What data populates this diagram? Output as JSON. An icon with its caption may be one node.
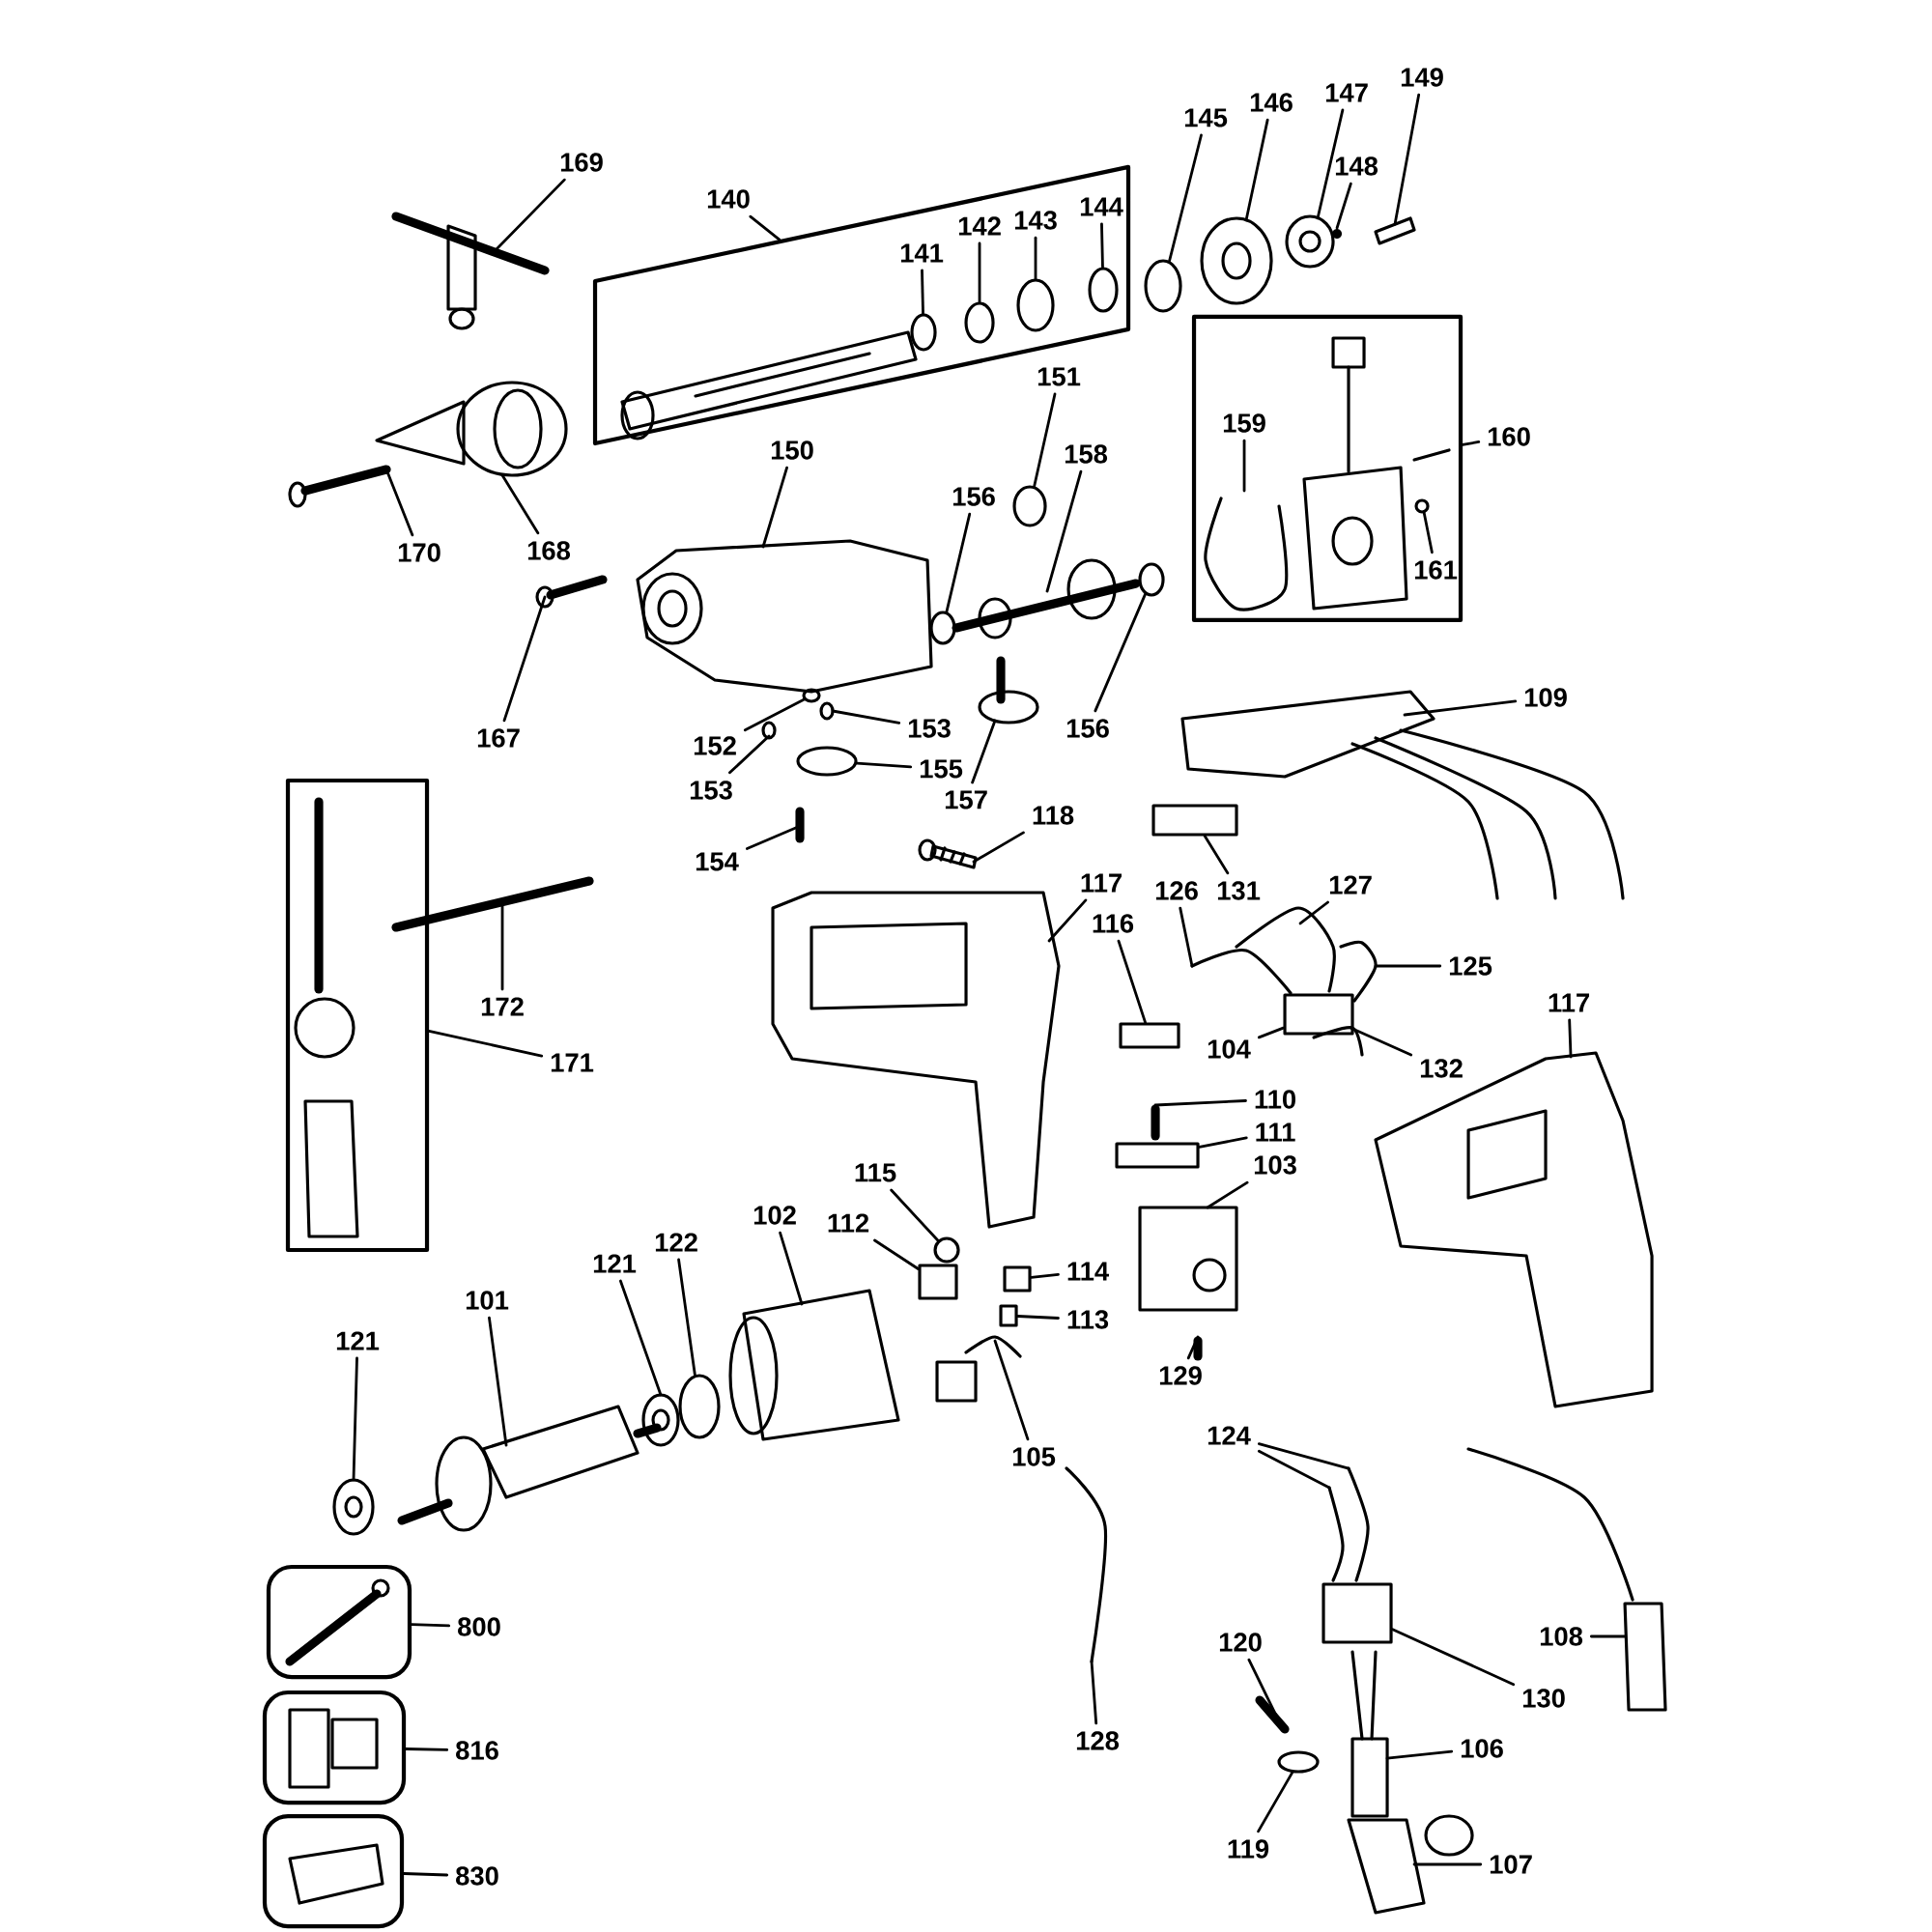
{
  "diagram": {
    "nodes": [
      {
        "text": [
          "149"
        ]
      },
      {
        "text": [
          "147"
        ]
      },
      {
        "text": [
          "146"
        ]
      },
      {
        "text": [
          "145"
        ]
      },
      {
        "text": [
          "169"
        ]
      },
      {
        "text": [
          "148"
        ]
      },
      {
        "text": [
          "140"
        ]
      },
      {
        "text": [],
        "shape": "box"
      },
      {
        "text": [
          "144"
        ],
        "in": 7
      },
      {
        "text": [
          "143"
        ],
        "in": 7
      },
      {
        "text": [
          "142"
        ],
        "in": 7
      },
      {
        "text": [
          "141"
        ],
        "in": 7
      },
      {
        "text": [],
        "shape": "box"
      },
      {
        "text": [
          "159"
        ],
        "in": 12
      },
      {
        "text": [
          "161"
        ],
        "in": 12
      },
      {
        "text": [
          "151"
        ]
      },
      {
        "text": [
          "160"
        ]
      },
      {
        "text": [
          "150"
        ]
      },
      {
        "text": [
          "158"
        ]
      },
      {
        "text": [
          "156"
        ]
      },
      {
        "text": [
          "170"
        ]
      },
      {
        "text": [
          "168"
        ]
      },
      {
        "text": [
          "109"
        ]
      },
      {
        "text": [
          "167"
        ]
      },
      {
        "text": [
          "152"
        ]
      },
      {
        "text": [
          "153"
        ]
      },
      {
        "text": [
          "156"
        ]
      },
      {
        "text": [
          "155"
        ]
      },
      {
        "text": [
          "153"
        ]
      },
      {
        "text": [
          "157"
        ]
      },
      {
        "text": [
          "118"
        ]
      },
      {
        "text": [
          "154"
        ]
      },
      {
        "text": [
          "131"
        ]
      },
      {
        "text": [
          "117"
        ]
      },
      {
        "text": [
          "126"
        ]
      },
      {
        "text": [
          "127"
        ]
      },
      {
        "text": [
          "116"
        ]
      },
      {
        "text": [
          "125"
        ]
      },
      {
        "text": [],
        "shape": "box"
      },
      {
        "text": [
          "172"
        ]
      },
      {
        "text": [
          "117"
        ]
      },
      {
        "text": [
          "104"
        ]
      },
      {
        "text": [
          "171"
        ]
      },
      {
        "text": [
          "132"
        ]
      },
      {
        "text": [
          "110"
        ]
      },
      {
        "text": [
          "111"
        ]
      },
      {
        "text": [
          "103"
        ]
      },
      {
        "text": [
          "115"
        ]
      },
      {
        "text": [
          "102"
        ]
      },
      {
        "text": [
          "112"
        ]
      },
      {
        "text": [
          "122"
        ]
      },
      {
        "text": [
          "121"
        ]
      },
      {
        "text": [
          "114"
        ]
      },
      {
        "text": [
          "101"
        ]
      },
      {
        "text": [
          "113"
        ]
      },
      {
        "text": [
          "121"
        ]
      },
      {
        "text": [
          "129"
        ]
      },
      {
        "text": [
          "124"
        ]
      },
      {
        "text": [
          "105"
        ]
      },
      {
        "text": [],
        "shape": "box"
      },
      {
        "text": [
          "800"
        ]
      },
      {
        "text": [
          "108"
        ]
      },
      {
        "text": [
          "120"
        ]
      },
      {
        "text": [
          "130"
        ]
      },
      {
        "text": [
          "128"
        ]
      },
      {
        "text": [
          "106"
        ]
      },
      {
        "text": [],
        "shape": "box"
      },
      {
        "text": [
          "816"
        ]
      },
      {
        "text": [
          "119"
        ]
      },
      {
        "text": [
          "107"
        ]
      },
      {
        "text": [],
        "shape": "box"
      },
      {
        "text": [
          "830"
        ]
      },
      {
        "text": [],
        "shape": "picture"
      },
      {
        "text": [],
        "shape": "picture"
      },
      {
        "text": [],
        "shape": "picture"
      },
      {
        "text": [],
        "shape": "circle"
      },
      {
        "text": [],
        "shape": "picture"
      },
      {
        "text": [],
        "shape": "picture"
      },
      {
        "text": [],
        "shape": "circle",
        "in": 7
      },
      {
        "text": [],
        "shape": "circle",
        "in": 7
      },
      {
        "text": [],
        "shape": "circle",
        "in": 7
      },
      {
        "text": [],
        "shape": "circle",
        "in": 7
      },
      {
        "text": [],
        "shape": "picture",
        "in": 12
      },
      {
        "text": [],
        "shape": "picture",
        "in": 12
      },
      {
        "text": [],
        "shape": "circle"
      },
      {
        "text": [],
        "shape": "picture"
      },
      {
        "text": [],
        "shape": "picture"
      },
      {
        "text": [],
        "shape": "circle"
      },
      {
        "text": [],
        "shape": "picture"
      },
      {
        "text": [],
        "shape": "picture"
      },
      {
        "text": [],
        "shape": "picture"
      },
      {
        "text": [],
        "shape": "picture"
      },
      {
        "text": [],
        "shape": "circle"
      },
      {
        "text": [],
        "shape": "picture"
      },
      {
        "text": [],
        "shape": "circle"
      },
      {
        "text": [],
        "shape": "circle"
      },
      {
        "text": [],
        "shape": "picture"
      },
      {
        "text": [],
        "shape": "picture"
      },
      {
        "text": [],
        "shape": "picture"
      },
      {
        "text": [],
        "shape": "picture"
      },
      {
        "text": [],
        "shape": "box"
      },
      {
        "text": [],
        "shape": "picture"
      },
      {
        "text": [],
        "shape": "picture"
      },
      {
        "text": [],
        "shape": "picture"
      },
      {
        "text": [],
        "shape": "box"
      },
      {
        "text": [],
        "shape": "picture"
      },
      {
        "text": [],
        "shape": "picture"
      },
      {
        "text": [],
        "shape": "picture"
      },
      {
        "text": [],
        "shape": "box"
      },
      {
        "text": [],
        "shape": "picture"
      },
      {
        "text": [],
        "shape": "picture"
      },
      {
        "text": [],
        "shape": "box"
      },
      {
        "text": [],
        "shape": "picture"
      },
      {
        "text": [],
        "shape": "circle"
      },
      {
        "text": [],
        "shape": "picture"
      },
      {
        "text": [],
        "shape": "box"
      },
      {
        "text": [],
        "shape": "circle"
      },
      {
        "text": [],
        "shape": "picture"
      },
      {
        "text": [],
        "shape": "box"
      },
      {
        "text": [],
        "shape": "picture"
      },
      {
        "text": [],
        "shape": "box"
      },
      {
        "text": [],
        "shape": "picture"
      },
      {
        "text": [],
        "shape": "picture"
      },
      {
        "text": [],
        "shape": "picture"
      },
      {
        "text": [],
        "shape": "picture"
      },
      {
        "text": [],
        "shape": "picture"
      },
      {
        "text": [],
        "shape": "picture"
      },
      {
        "text": [],
        "shape": "picture"
      },
      {
        "text": [],
        "shape": "box"
      },
      {
        "text": [],
        "shape": "picture"
      },
      {
        "text": [],
        "shape": "picture"
      },
      {
        "text": [],
        "shape": "circle"
      },
      {
        "text": [],
        "shape": "picture"
      }
    ],
    "edges": [
      {
        "from": 0,
        "to": 72,
        "arrow": "none"
      },
      {
        "from": 1,
        "to": 73,
        "arrow": "none"
      },
      {
        "from": 2,
        "to": 74,
        "arrow": "none"
      },
      {
        "from": 3,
        "to": 75,
        "arrow": "none"
      },
      {
        "from": 4,
        "to": 76,
        "arrow": "none"
      },
      {
        "from": 5,
        "to": 77,
        "arrow": "none"
      },
      {
        "from": 6,
        "to": 7,
        "arrow": "none"
      },
      {
        "from": 8,
        "to": 78,
        "arrow": "none"
      },
      {
        "from": 9,
        "to": 79,
        "arrow": "none"
      },
      {
        "from": 10,
        "to": 80,
        "arrow": "none"
      },
      {
        "from": 11,
        "to": 81,
        "arrow": "none"
      },
      {
        "from": 13,
        "to": 82,
        "arrow": "none"
      },
      {
        "from": 14,
        "to": 83,
        "arrow": "none"
      },
      {
        "from": 15,
        "to": 84,
        "arrow": "none"
      },
      {
        "from": 16,
        "to": 12,
        "arrow": "none"
      },
      {
        "from": 17,
        "to": 85,
        "arrow": "none"
      },
      {
        "from": 18,
        "to": 86,
        "arrow": "none"
      },
      {
        "from": 19,
        "to": 87,
        "arrow": "none"
      },
      {
        "from": 20,
        "to": 88,
        "arrow": "none"
      },
      {
        "from": 21,
        "to": 89,
        "arrow": "none"
      },
      {
        "from": 22,
        "to": 90,
        "arrow": "none"
      },
      {
        "from": 23,
        "to": 91,
        "arrow": "none"
      },
      {
        "from": 24,
        "to": 92,
        "arrow": "none"
      },
      {
        "from": 25,
        "to": 93,
        "arrow": "none"
      },
      {
        "from": 26,
        "to": 94,
        "arrow": "none"
      },
      {
        "from": 27,
        "to": 95,
        "arrow": "none"
      },
      {
        "from": 28,
        "to": 96,
        "arrow": "none"
      },
      {
        "from": 29,
        "to": 97,
        "arrow": "none"
      },
      {
        "from": 30,
        "to": 98,
        "arrow": "none"
      },
      {
        "from": 31,
        "to": 99,
        "arrow": "none"
      },
      {
        "from": 32,
        "to": 100,
        "arrow": "none"
      },
      {
        "from": 33,
        "to": 101,
        "arrow": "none"
      },
      {
        "from": 34,
        "to": 102,
        "arrow": "none"
      },
      {
        "from": 35,
        "to": 103,
        "arrow": "none"
      },
      {
        "from": 36,
        "to": 104,
        "arrow": "none"
      },
      {
        "from": 37,
        "to": 105,
        "arrow": "none"
      },
      {
        "from": 39,
        "to": 106,
        "arrow": "none"
      },
      {
        "from": 40,
        "to": 107,
        "arrow": "none"
      },
      {
        "from": 41,
        "to": 108,
        "arrow": "none"
      },
      {
        "from": 42,
        "to": 38,
        "arrow": "none"
      },
      {
        "from": 43,
        "to": 109,
        "arrow": "none"
      },
      {
        "from": 44,
        "to": 110,
        "arrow": "none"
      },
      {
        "from": 45,
        "to": 111,
        "arrow": "none"
      },
      {
        "from": 46,
        "to": 112,
        "arrow": "none"
      },
      {
        "from": 47,
        "to": 113,
        "arrow": "none"
      },
      {
        "from": 48,
        "to": 114,
        "arrow": "none"
      },
      {
        "from": 49,
        "to": 115,
        "arrow": "none"
      },
      {
        "from": 50,
        "to": 116,
        "arrow": "none"
      },
      {
        "from": 51,
        "to": 117,
        "arrow": "none"
      },
      {
        "from": 52,
        "to": 118,
        "arrow": "none"
      },
      {
        "from": 53,
        "to": 119,
        "arrow": "none"
      },
      {
        "from": 54,
        "to": 120,
        "arrow": "none"
      },
      {
        "from": 55,
        "to": 121,
        "arrow": "none"
      },
      {
        "from": 56,
        "to": 122,
        "arrow": "none"
      },
      {
        "from": 57,
        "to": 123,
        "arrow": "none"
      },
      {
        "from": 57,
        "to": 124,
        "arrow": "none"
      },
      {
        "from": 58,
        "to": 125,
        "arrow": "none"
      },
      {
        "from": 60,
        "to": 59,
        "arrow": "none"
      },
      {
        "from": 61,
        "to": 126,
        "arrow": "none"
      },
      {
        "from": 62,
        "to": 127,
        "arrow": "none"
      },
      {
        "from": 63,
        "to": 128,
        "arrow": "none"
      },
      {
        "from": 64,
        "to": 129,
        "arrow": "none"
      },
      {
        "from": 65,
        "to": 130,
        "arrow": "none"
      },
      {
        "from": 67,
        "to": 66,
        "arrow": "none"
      },
      {
        "from": 68,
        "to": 131,
        "arrow": "none"
      },
      {
        "from": 69,
        "to": 132,
        "arrow": "none"
      },
      {
        "from": 71,
        "to": 70,
        "arrow": "none"
      }
    ]
  }
}
